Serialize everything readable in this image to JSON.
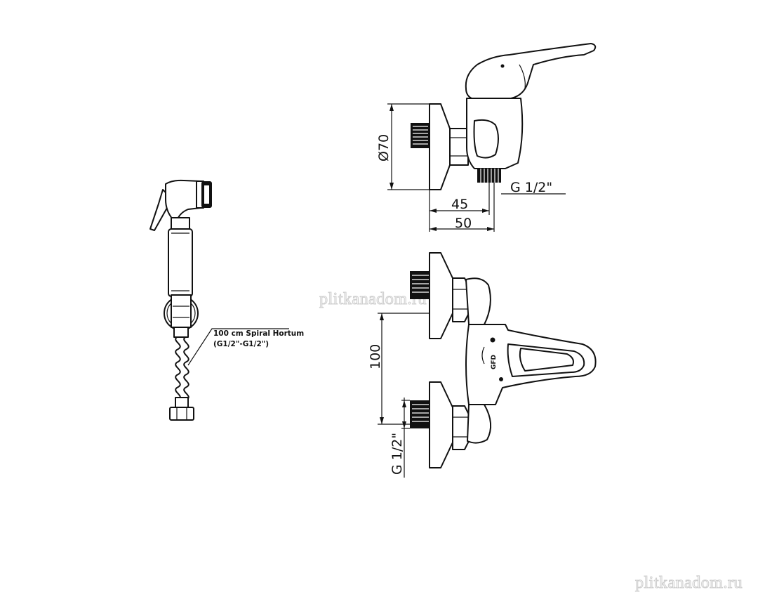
{
  "dimensions": {
    "diameter_label": "Ø70",
    "depth_45_label": "45",
    "depth_50_label": "50",
    "thread_side_label": "G 1/2\"",
    "spacing_label": "100",
    "thread_front_label": "G 1/2\""
  },
  "hose_note": {
    "line1": "100 cm Spiral Hortum",
    "line2": "(G1/2\"-G1/2\")"
  },
  "handle_logo": "GFD",
  "watermark": {
    "center": "plitkanadom.ru",
    "corner": "plitkanadom.ru"
  },
  "colors": {
    "line": "#111111",
    "watermark": "#cfcfcf",
    "background": "#ffffff"
  }
}
